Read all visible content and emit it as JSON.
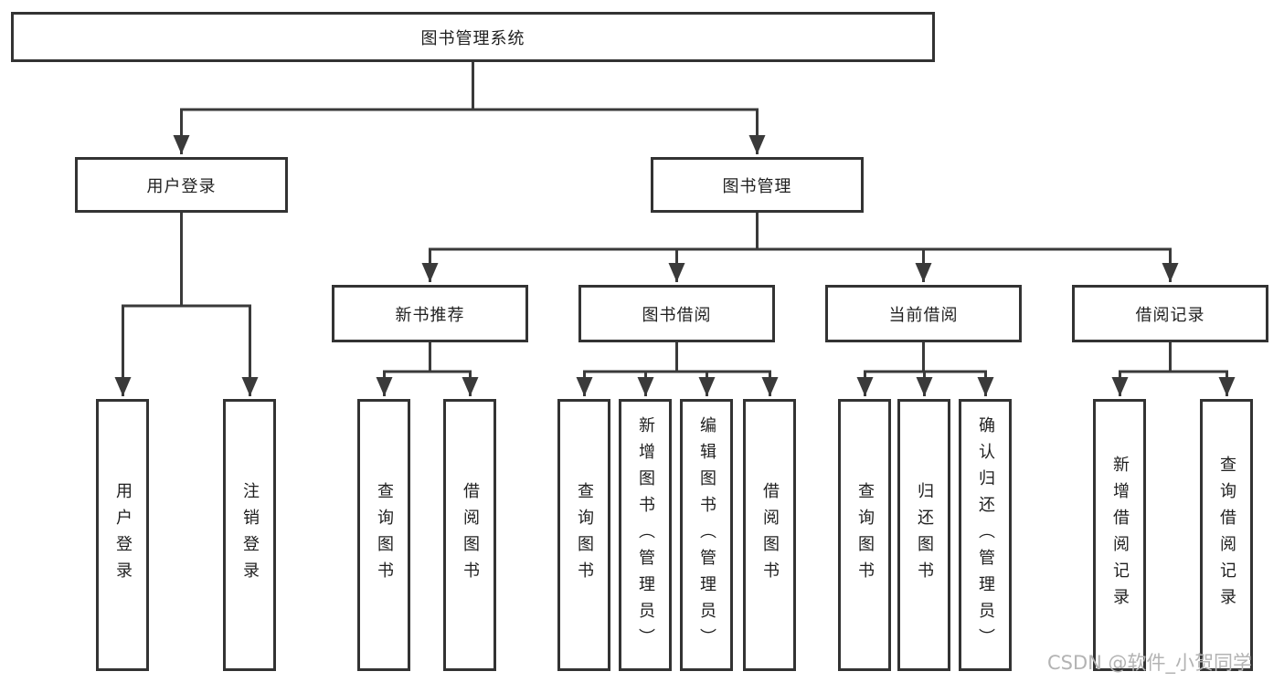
{
  "colors": {
    "line": "#3a3a3a",
    "box_border": "#333333",
    "text": "#1f1f1f",
    "background": "#ffffff",
    "watermark_text": "#b3b3b3"
  },
  "nodes": {
    "root": "图书管理系统",
    "user_login": "用户登录",
    "book_management": "图书管理",
    "new_book_recommend": "新书推荐",
    "book_borrow": "图书借阅",
    "current_borrow": "当前借阅",
    "borrow_records": "借阅记录",
    "leaf_user_login": "用户登录",
    "leaf_logout": "注销登录",
    "leaf_nbr_query_book": "查询图书",
    "leaf_nbr_borrow_book": "借阅图书",
    "leaf_bb_query_book": "查询图书",
    "leaf_bb_add_book": "新增图书（管理员）",
    "leaf_bb_edit_book": "编辑图书（管理员）",
    "leaf_bb_borrow_book": "借阅图书",
    "leaf_cb_query_book": "查询图书",
    "leaf_cb_return_book": "归还图书",
    "leaf_cb_confirm_return": "确认归还（管理员）",
    "leaf_br_add_record": "新增借阅记录",
    "leaf_br_query_record": "查询借阅记录"
  },
  "hierarchy": {
    "图书管理系统": {
      "用户登录": [
        "用户登录",
        "注销登录"
      ],
      "图书管理": {
        "新书推荐": [
          "查询图书",
          "借阅图书"
        ],
        "图书借阅": [
          "查询图书",
          "新增图书（管理员）",
          "编辑图书（管理员）",
          "借阅图书"
        ],
        "当前借阅": [
          "查询图书",
          "归还图书",
          "确认归还（管理员）"
        ],
        "借阅记录": [
          "新增借阅记录",
          "查询借阅记录"
        ]
      }
    }
  },
  "watermark": {
    "text": "CSDN @软件_小贺同学"
  }
}
